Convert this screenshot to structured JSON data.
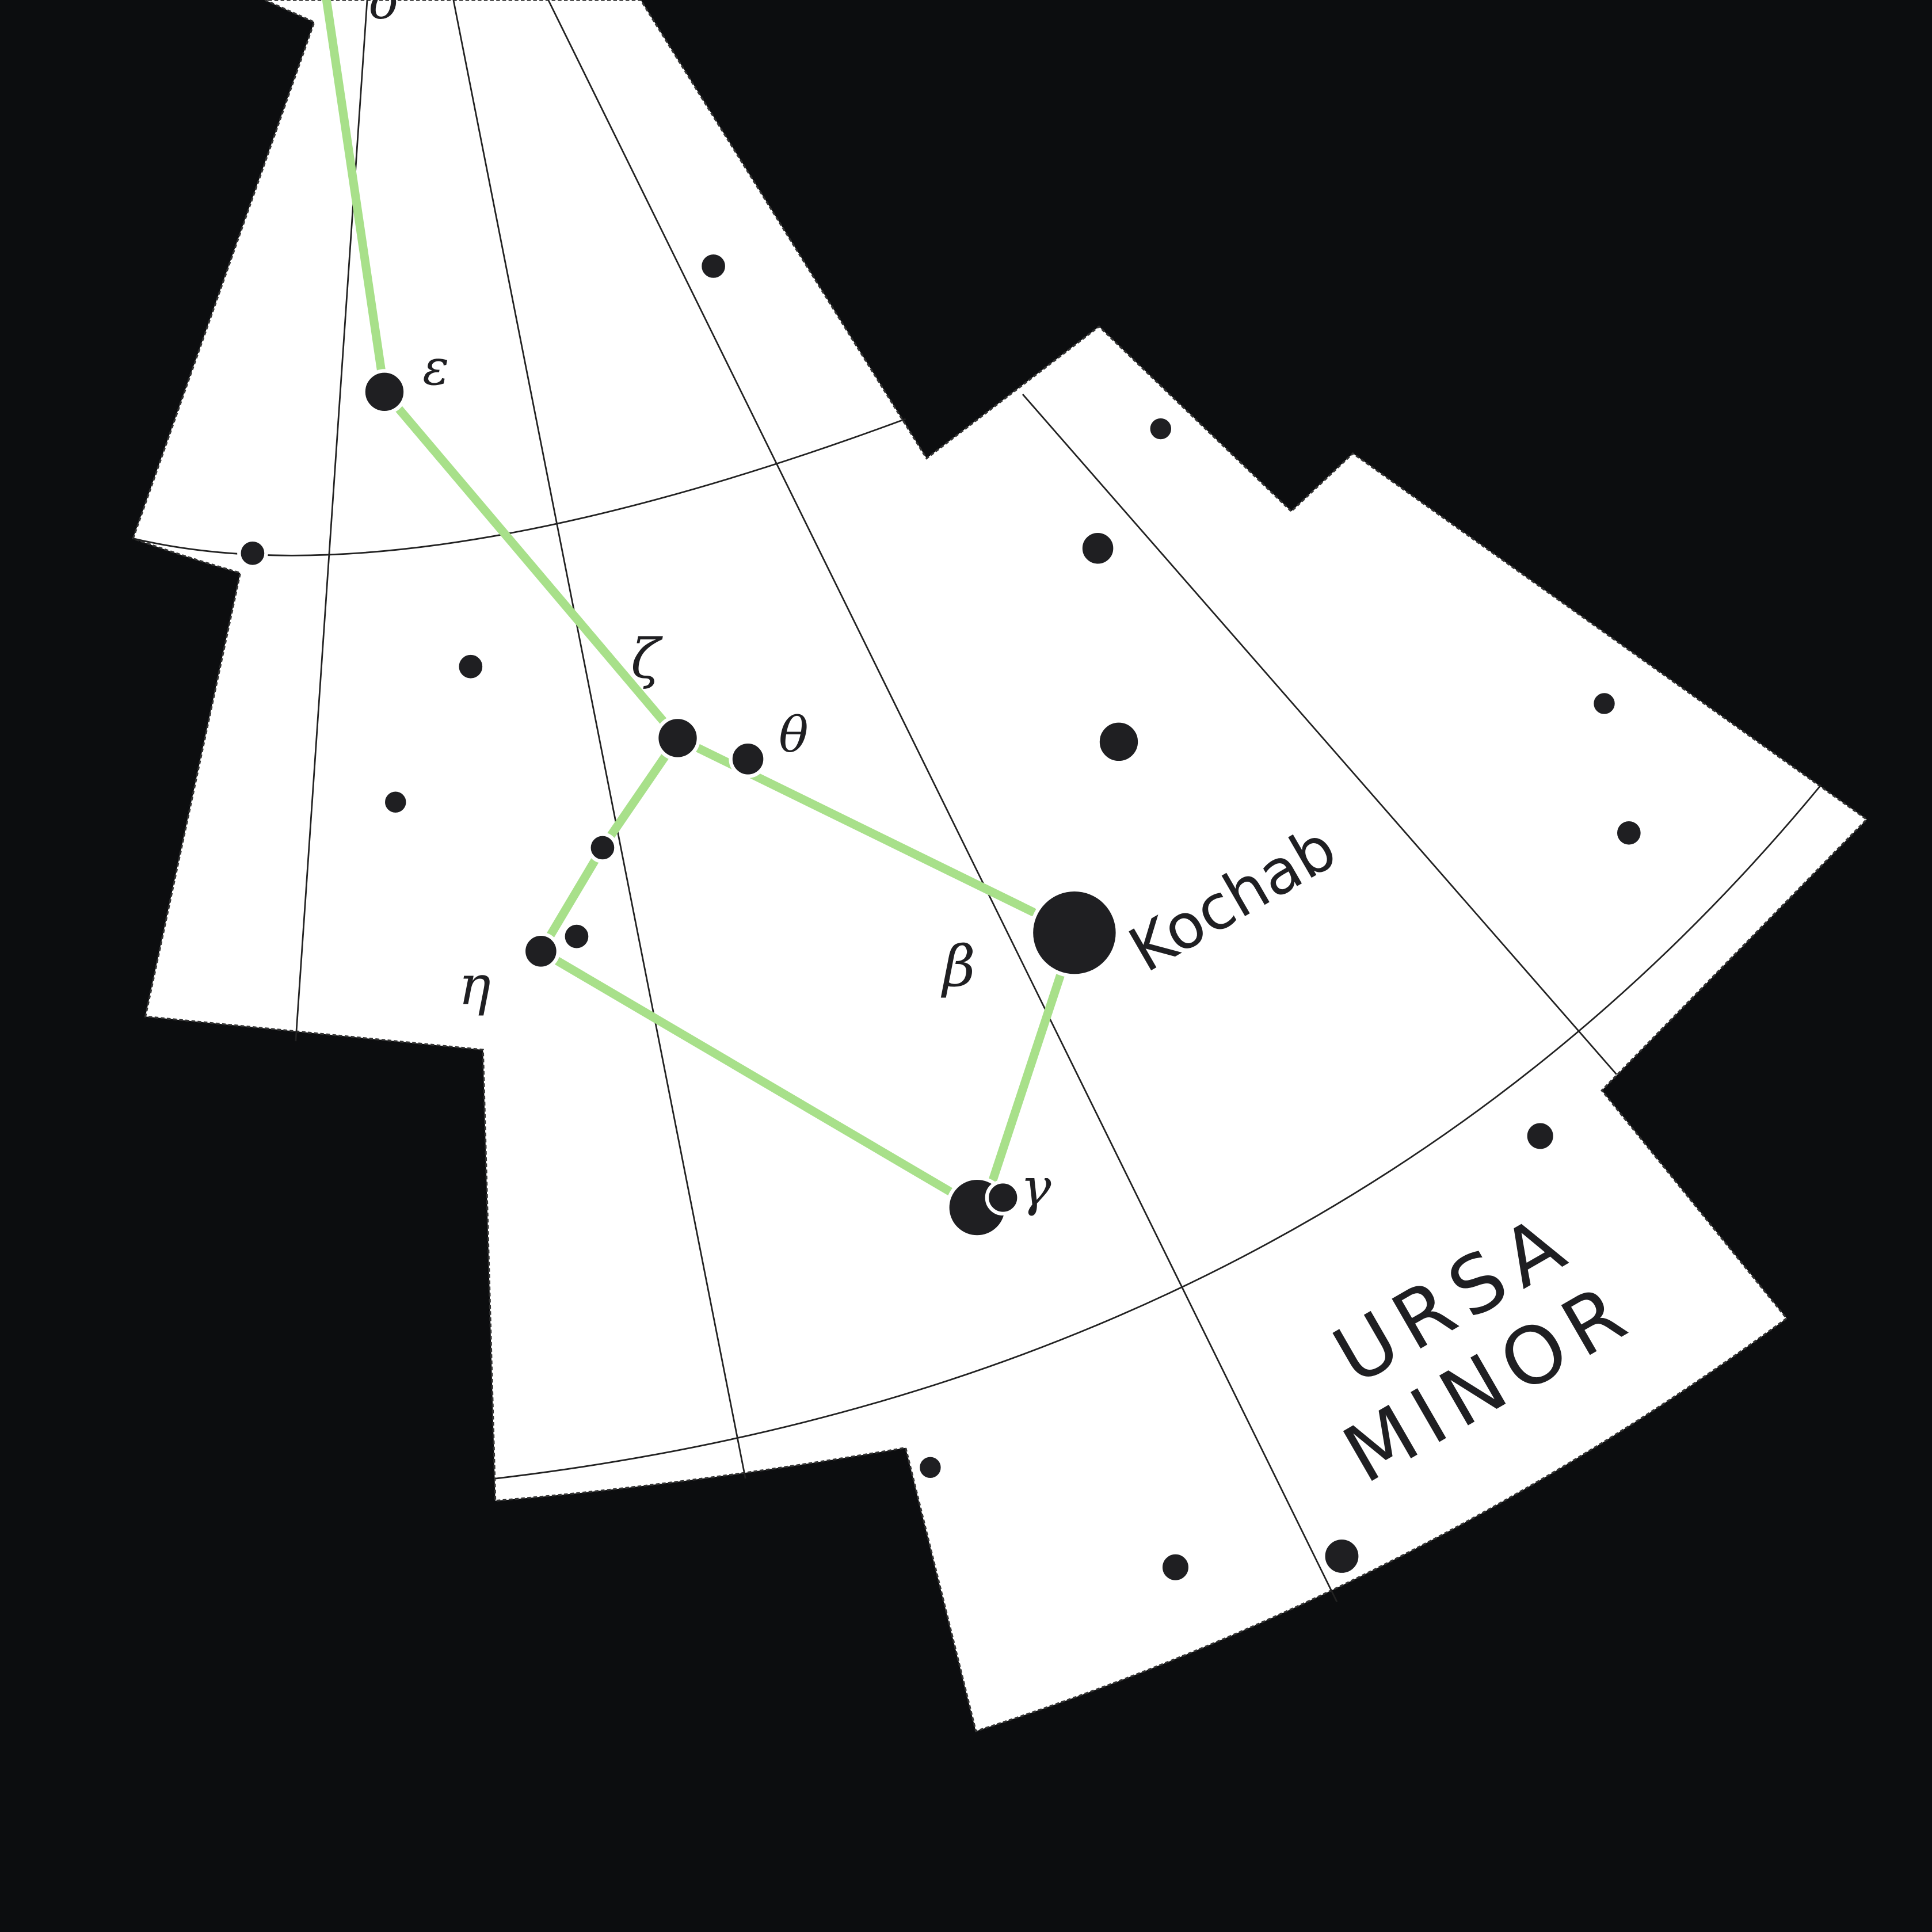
{
  "colors": {
    "background": "#0c0d0f",
    "sky": "#ffffff",
    "stars": "#1f1f22",
    "constellation_lines": "#a8e08a",
    "grid": "#222222"
  },
  "constellation": {
    "name_line1": "URSA",
    "name_line2": "MINOR"
  },
  "star_labels": {
    "delta": "δ",
    "epsilon": "ε",
    "zeta": "ζ",
    "theta": "θ",
    "eta": "η",
    "beta": "β",
    "gamma": "γ",
    "kochab": "Kochab"
  }
}
